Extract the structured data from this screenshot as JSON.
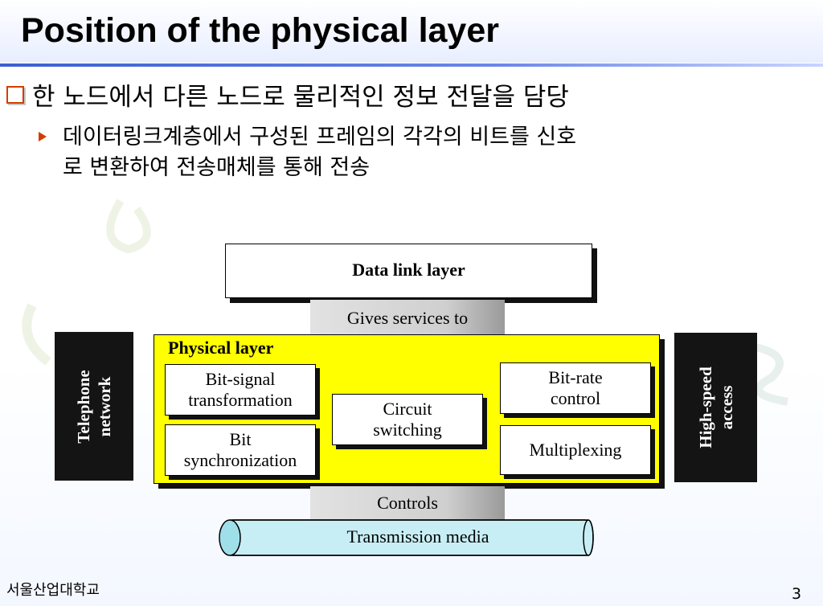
{
  "slide": {
    "title": "Position of the physical layer",
    "bullet1": "한 노드에서 다른 노드로 물리적인 정보 전달을 담당",
    "bullet2_line1": "데이터링크계층에서 구성된 프레임의 각각의 비트를 신호",
    "bullet2_line2": "로 변환하여 전송매체를 통해 전송"
  },
  "diagram": {
    "data_link_layer": "Data link layer",
    "gives_services_to": "Gives services to",
    "physical_layer": "Physical layer",
    "bit_signal_l1": "Bit-signal",
    "bit_signal_l2": "transformation",
    "bit_sync_l1": "Bit",
    "bit_sync_l2": "synchronization",
    "circuit_l1": "Circuit",
    "circuit_l2": "switching",
    "bit_rate_l1": "Bit-rate",
    "bit_rate_l2": "control",
    "multiplexing": "Multiplexing",
    "controls": "Controls",
    "transmission_media": "Transmission media",
    "telephone_l1": "Telephone",
    "telephone_l2": "network",
    "high_speed_l1": "High-speed",
    "high_speed_l2": "access"
  },
  "footer": {
    "university": "서울산업대학교",
    "page_number": "3"
  },
  "colors": {
    "physical_layer_fill": "#ffff00",
    "media_fill": "#c8eef5",
    "bullet_accent": "#d23c00",
    "title_rule": "#3c5fd0"
  }
}
